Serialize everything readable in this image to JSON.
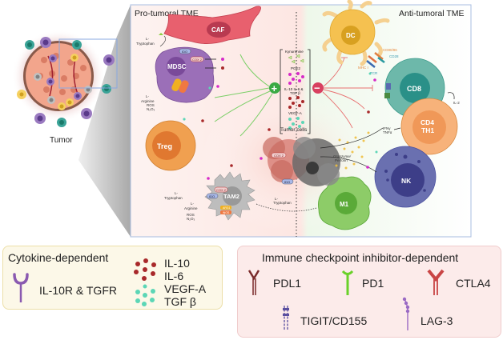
{
  "figure": {
    "tumor_label": "Tumor",
    "panel": {
      "left_title": "Pro-tumoral TME",
      "right_title": "Anti-tumoral TME"
    },
    "cells": {
      "caf": "CAF",
      "mdsc": "MDSC",
      "treg": "Treg",
      "tam2": "TAM2",
      "dc": "DC",
      "cd8": "CD8",
      "cd4_line1": "CD4",
      "cd4_line2": "TH1",
      "nk": "NK",
      "m1": "M1",
      "tumor_cells": "Tumor cells"
    },
    "annotations": {
      "l_tryptophan_1": "L-",
      "l_tryptophan_2": "Tryptophan",
      "l_arginine_1": "L-",
      "l_arginine_2": "Arginine",
      "ros": "ROS",
      "n2o3": "N₂O₃",
      "ido": "IDO",
      "cox2": "COX 2",
      "arg1": "ARG1",
      "inos": "iNOS",
      "kynurenine": "Kynurenine",
      "pge2": "PGE2",
      "il_mix_1": "IL-10 IL-6 &",
      "il_mix_2": "TGF β",
      "vegfa": "VEGF-A",
      "cd80_86": "CD80/86",
      "cd28": "CD28",
      "mhc1": "MHC I",
      "tcr": "TCR",
      "il2": "IL-2",
      "ifn": "IFNγ",
      "tnf": "TNFα",
      "granzyme": "Granzyme/",
      "perforin": "Perforin",
      "plus": "+",
      "minus": "−"
    },
    "colors": {
      "caf": "#e8606e",
      "mdsc": "#9b6fb8",
      "treg": "#f0a050",
      "tam2": "#b8b8b8",
      "dc": "#f5c150",
      "cd8": "#3aa397",
      "cd4": "#f7b27a",
      "nk": "#5d63a8",
      "m1": "#8dcc68",
      "pro_bg": "#fbe4e0",
      "anti_bg": "#e6f5e0",
      "panel_border": "#a8bde0",
      "il_dots": "#a8292a",
      "vegf_dots": "#5cd6b6",
      "pge2_dots": "#d62bc8"
    }
  },
  "legend_cytokine": {
    "title": "Cytokine-dependent",
    "receptor_label": "IL-10R & TGFR",
    "factors": [
      "IL-10",
      "IL-6",
      "VEGF-A",
      "TGF β"
    ]
  },
  "legend_checkpoint": {
    "title": "Immune checkpoint inhibitor-dependent",
    "items": [
      {
        "label": "PDL1",
        "color": "#7a2a2a"
      },
      {
        "label": "PD1",
        "color": "#6ad12a"
      },
      {
        "label": "CTLA4",
        "color": "#c94545"
      },
      {
        "label": "TIGIT/CD155",
        "color": "#5a4fa0"
      },
      {
        "label": "LAG-3",
        "color": "#9a6ac4"
      }
    ]
  }
}
